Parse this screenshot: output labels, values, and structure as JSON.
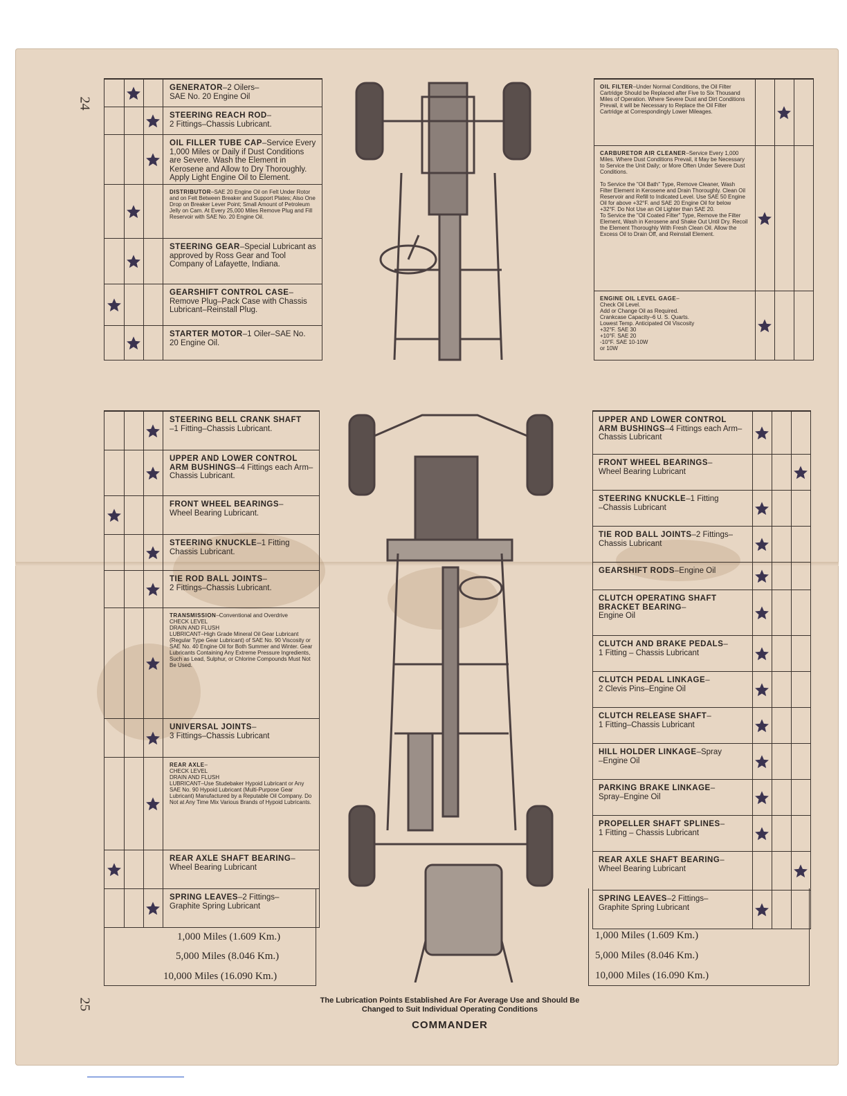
{
  "page_numbers": {
    "top": "24",
    "bottom": "25"
  },
  "caption": "The Lubrication Points Established Are For Average Use and Should Be Changed to Suit Individual Operating Conditions",
  "brand": "COMMANDER",
  "intervals": [
    "1,000 Miles (1.609 Km.)",
    "5,000 Miles (8.046 Km.)",
    "10,000 Miles (16.090 Km.)"
  ],
  "upper_left": [
    {
      "head": "GENERATOR",
      "body": "–2 Oilers–\nSAE No. 20 Engine Oil",
      "star": 1
    },
    {
      "head": "STEERING REACH ROD",
      "body": "–\n2 Fittings–Chassis Lubricant.",
      "star": 2
    },
    {
      "head": "OIL FILLER TUBE CAP",
      "body": "–Service Every 1,000 Miles or Daily if Dust Conditions are Severe. Wash the Element in Kerosene and Allow to Dry Thoroughly. Apply Light Engine Oil to Element.",
      "star": 2
    },
    {
      "head": "DISTRIBUTOR",
      "body": "–SAE 20 Engine Oil on Felt Under Rotor and on Felt Between Breaker and Support Plates; Also One Drop on Breaker Lever Point; Small Amount of Petroleum Jelly on Cam. At Every 25,000 Miles Remove Plug and Fill Reservoir with SAE No. 20 Engine Oil.",
      "star": 1
    },
    {
      "head": "STEERING GEAR",
      "body": "–Special Lubricant as approved by Ross Gear and Tool Company of Lafayette, Indiana.",
      "star": 1
    },
    {
      "head": "GEARSHIFT CONTROL CASE",
      "body": "–Remove Plug–Pack Case with Chassis Lubricant–Reinstall Plug.",
      "star": 0
    },
    {
      "head": "STARTER MOTOR",
      "body": "–1 Oiler–SAE No. 20 Engine Oil.",
      "star": 1
    }
  ],
  "upper_right": [
    {
      "head": "OIL FILTER",
      "body": "–Under Normal Conditions, the Oil Filter Cartridge Should be Replaced after Five to Six Thousand Miles of Operation. Where Severe Dust and Dirt Conditions Prevail, it will be Necessary to Replace the Oil Filter Cartridge at Correspondingly Lower Mileages.",
      "star": 1
    },
    {
      "head": "CARBURETOR AIR CLEANER",
      "body": "–Service Every 1,000 Miles. Where Dust Conditions Prevail, it May be Necessary to Service the Unit Daily; or More Often Under Severe Dust Conditions.\n\nTo Service the \"Oil Bath\" Type, Remove Cleaner, Wash Filter Element in Kerosene and Drain Thoroughly. Clean Oil Reservoir and Refill to Indicated Level. Use SAE 50 Engine Oil for above +32°F. and SAE 20 Engine Oil for below +32°F. Do Not Use an Oil Lighter than SAE 20.\nTo Service the \"Oil Coated Filter\" Type, Remove the Filter Element, Wash in Kerosene and Shake Out Until Dry. Recoil the Element Thoroughly With Fresh Clean Oil. Allow the Excess Oil to Drain Off, and Reinstall Element.",
      "star": 0
    },
    {
      "head": "ENGINE OIL LEVEL GAGE",
      "body": "–\nCheck Oil Level.\nAdd or Change Oil as Required.\nCrankcase Capacity–6 U. S. Quarts.\nLowest Temp. Anticipated     Oil Viscosity\n+32°F.                          SAE 30\n+10°F.                          SAE 20\n-10°F.                    SAE 10-10W\n                                     or 10W",
      "star": 0
    }
  ],
  "lower_left": [
    {
      "head": "STEERING BELL CRANK SHAFT",
      "body": "\n–1 Fitting–Chassis Lubricant.",
      "star": 2
    },
    {
      "head": "UPPER AND LOWER CONTROL ARM BUSHINGS",
      "body": "–4 Fittings each Arm–Chassis Lubricant.",
      "star": 2
    },
    {
      "head": "FRONT WHEEL BEARINGS",
      "body": "–\nWheel Bearing Lubricant.",
      "star": 0
    },
    {
      "head": "STEERING KNUCKLE",
      "body": "–1 Fitting\nChassis Lubricant.",
      "star": 2
    },
    {
      "head": "TIE ROD BALL JOINTS",
      "body": "–\n2 Fittings–Chassis Lubricant.",
      "star": 2
    },
    {
      "head": "TRANSMISSION",
      "body": "–Conventional and Overdrive\nCHECK LEVEL\nDRAIN AND FLUSH\nLUBRICANT–High Grade Mineral Oil Gear Lubricant (Regular Type Gear Lubricant) of SAE No. 90 Viscosity or SAE No. 40 Engine Oil for Both Summer and Winter. Gear Lubricants Containing Any Extreme Pressure Ingredients, Such as Lead, Sulphur, or Chlorine Compounds Must Not Be Used.",
      "star": 2
    },
    {
      "head": "UNIVERSAL JOINTS",
      "body": "–\n3 Fittings–Chassis Lubricant",
      "star": 2
    },
    {
      "head": "REAR AXLE",
      "body": "–\nCHECK LEVEL\nDRAIN AND FLUSH\nLUBRICANT–Use Studebaker Hypoid Lubricant or Any SAE No. 90 Hypoid Lubricant (Multi-Purpose Gear Lubricant) Manufactured by a Reputable Oil Company. Do Not at Any Time Mix Various Brands of Hypoid Lubricants.",
      "star": 2
    },
    {
      "head": "REAR AXLE SHAFT BEARING",
      "body": "–\nWheel Bearing Lubricant",
      "star": 0
    },
    {
      "head": "SPRING LEAVES",
      "body": "–2 Fittings–\nGraphite Spring Lubricant",
      "star": 2
    }
  ],
  "lower_right": [
    {
      "head": "UPPER AND LOWER CONTROL ARM BUSHINGS",
      "body": "–4 Fittings each Arm–Chassis Lubricant",
      "star": 0
    },
    {
      "head": "FRONT WHEEL BEARINGS",
      "body": "–\nWheel Bearing Lubricant",
      "star": 2
    },
    {
      "head": "STEERING KNUCKLE",
      "body": "–1 Fitting\n–Chassis Lubricant",
      "star": 0
    },
    {
      "head": "TIE ROD BALL JOINTS",
      "body": "–2 Fittings–Chassis Lubricant",
      "star": 0
    },
    {
      "head": "GEARSHIFT RODS",
      "body": "–Engine Oil",
      "star": 0
    },
    {
      "head": "CLUTCH OPERATING SHAFT BRACKET BEARING",
      "body": "–\nEngine Oil",
      "star": 0
    },
    {
      "head": "CLUTCH AND BRAKE PEDALS",
      "body": "–\n1 Fitting – Chassis Lubricant",
      "star": 0
    },
    {
      "head": "CLUTCH PEDAL LINKAGE",
      "body": "–\n2 Clevis Pins–Engine Oil",
      "star": 0
    },
    {
      "head": "CLUTCH RELEASE SHAFT",
      "body": "–\n1 Fitting–Chassis Lubricant",
      "star": 0
    },
    {
      "head": "HILL HOLDER LINKAGE",
      "body": "–Spray\n–Engine Oil",
      "star": 0
    },
    {
      "head": "PARKING BRAKE LINKAGE",
      "body": "–\nSpray–Engine Oil",
      "star": 0
    },
    {
      "head": "PROPELLER SHAFT SPLINES",
      "body": "–\n1 Fitting – Chassis Lubricant",
      "star": 0
    },
    {
      "head": "REAR AXLE SHAFT BEARING",
      "body": "–\nWheel Bearing Lubricant",
      "star": 2
    },
    {
      "head": "SPRING LEAVES",
      "body": "–2 Fittings–\nGraphite Spring Lubricant",
      "star": 0
    }
  ]
}
